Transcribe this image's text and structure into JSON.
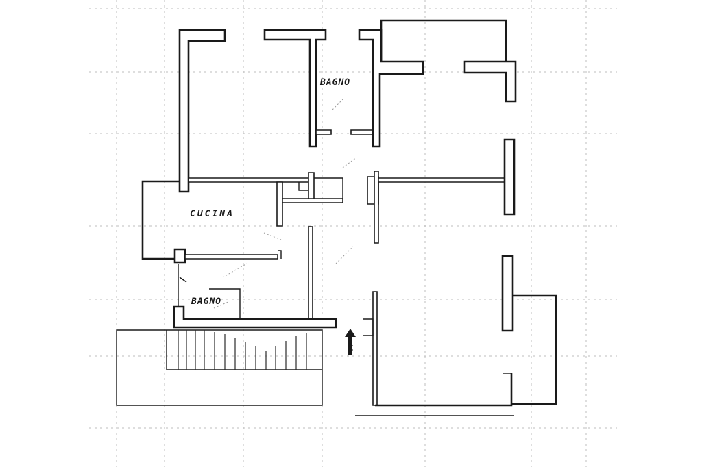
{
  "rooms": {
    "bagno_top": "BAGNO",
    "cucina": "CUCINA",
    "bagno_bottom": "BAGNO"
  },
  "icons": {
    "entrance": "arrow-up-icon"
  },
  "colors": {
    "ink": "#1a1a1a",
    "paper": "#ffffff",
    "grid": "#bdbdbd"
  }
}
